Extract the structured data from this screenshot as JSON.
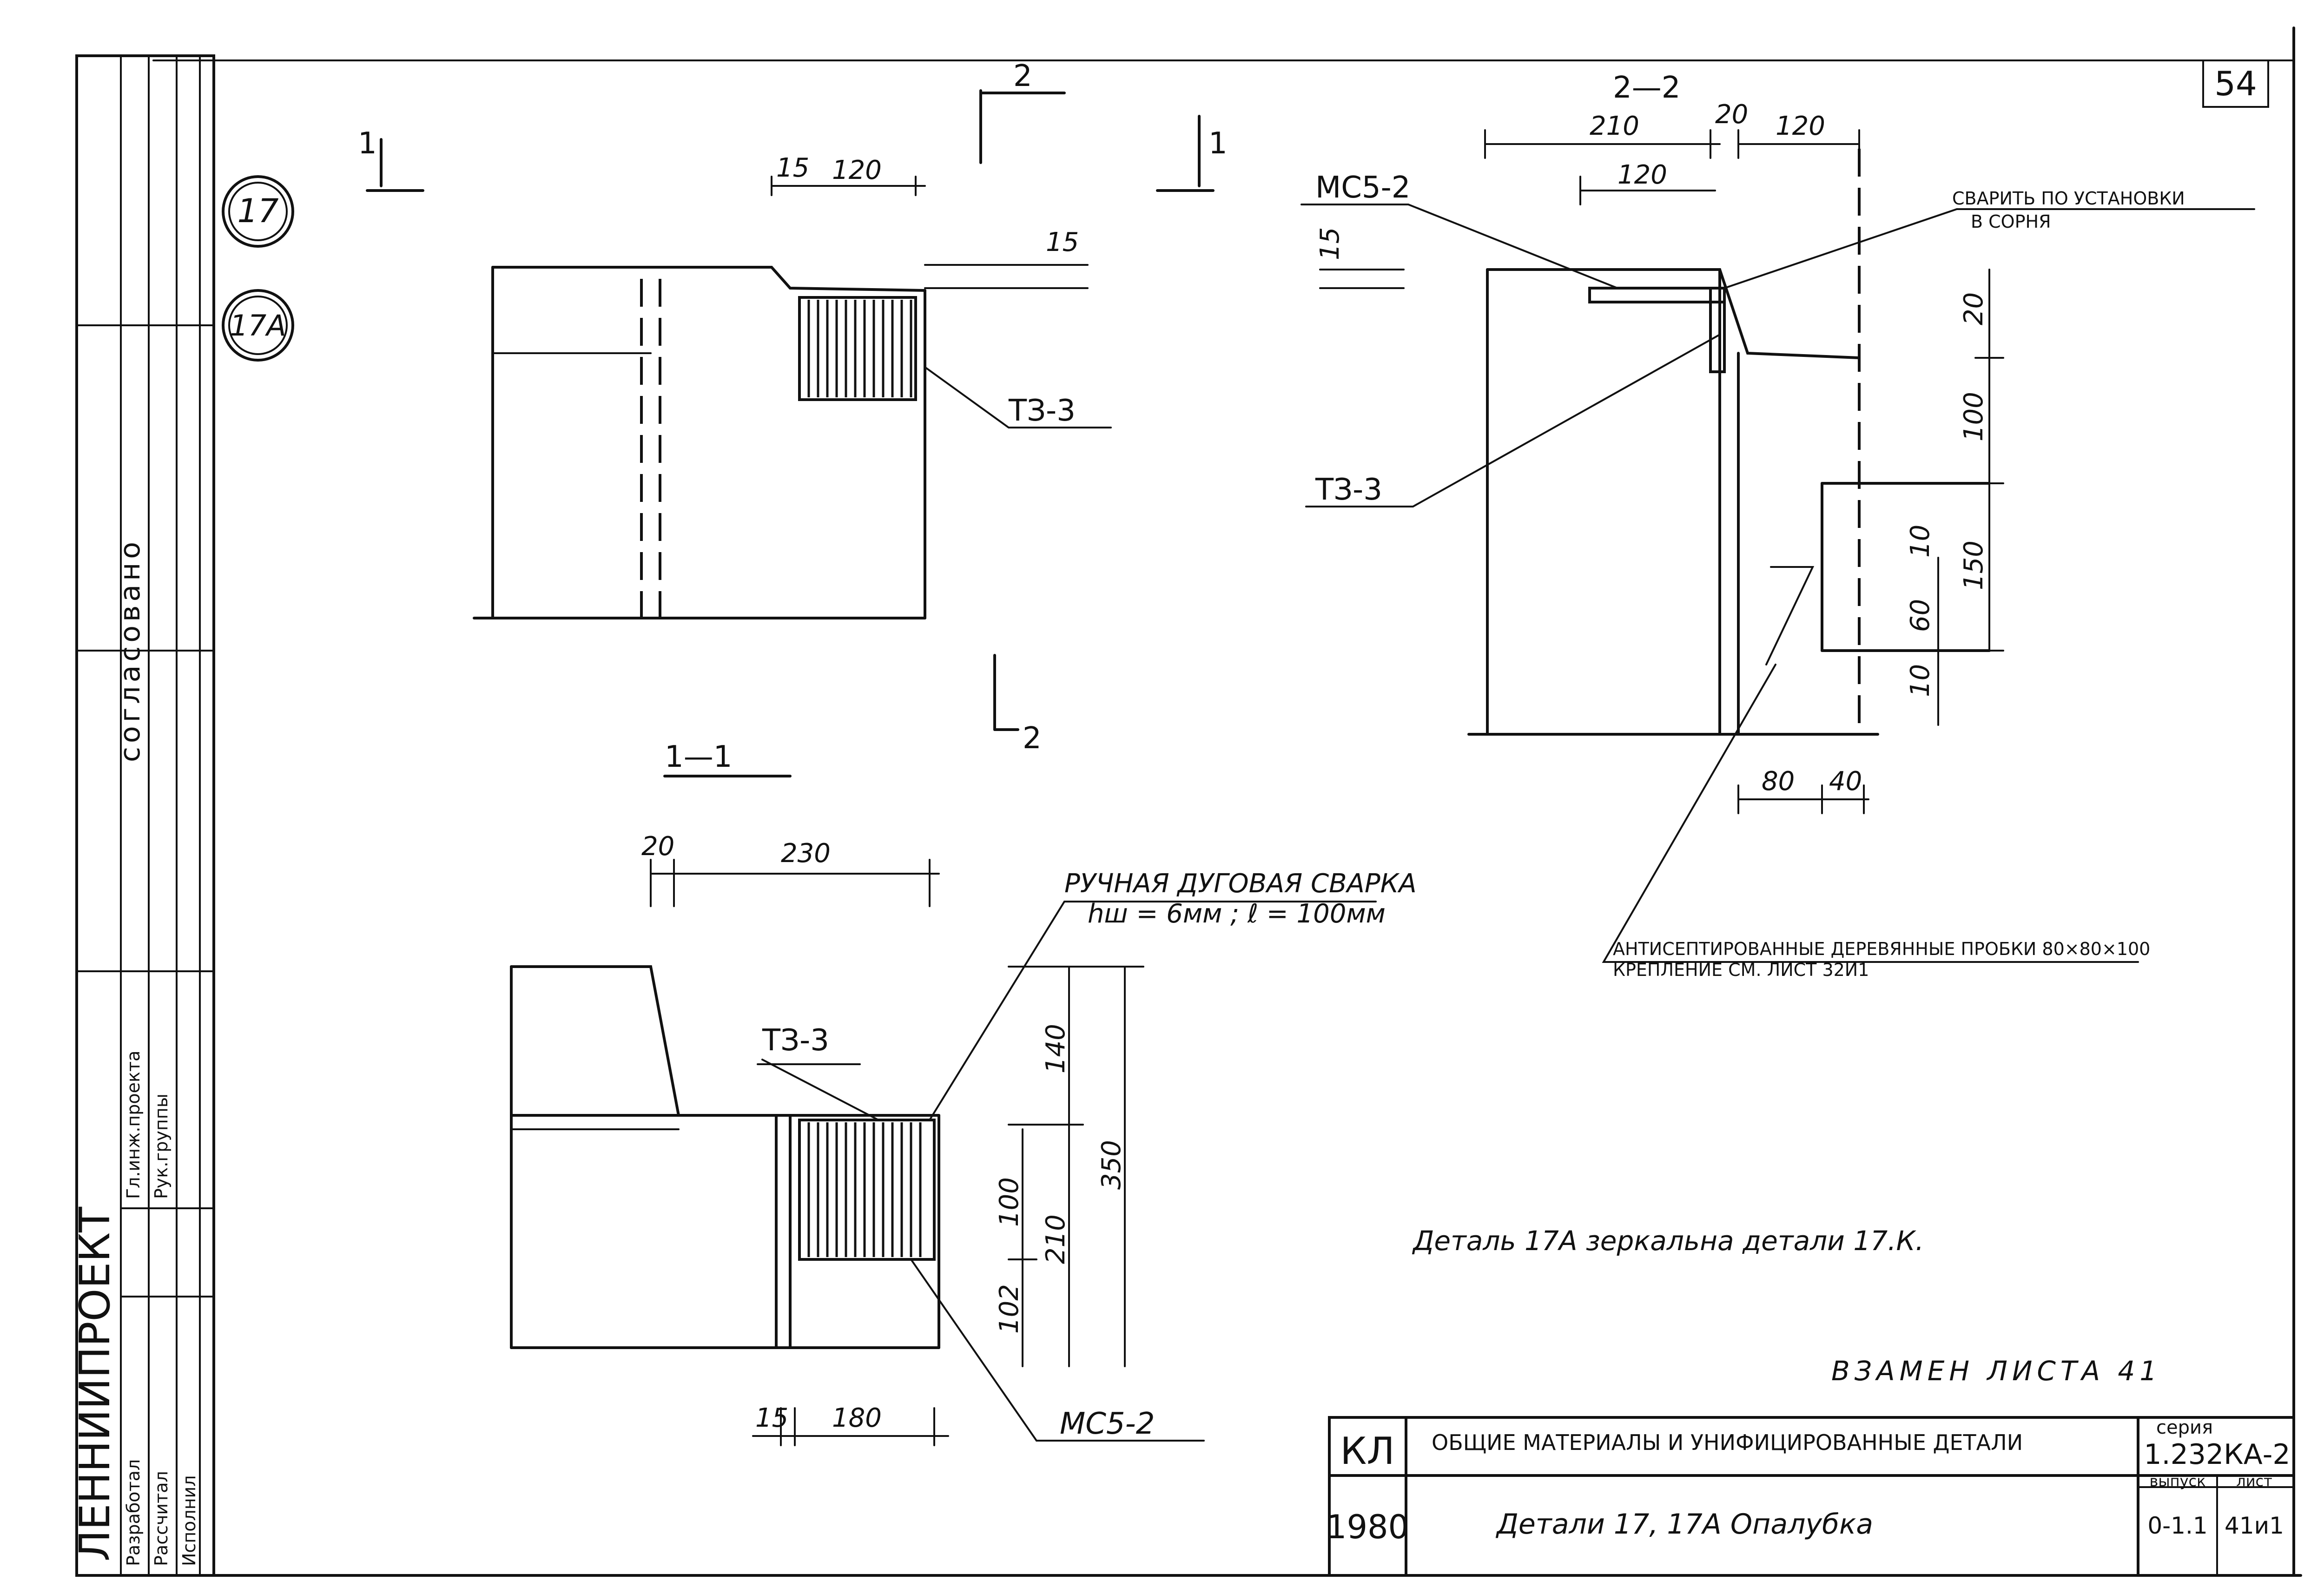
{
  "sheet_number": "54",
  "callouts": {
    "c17": "17",
    "c17a": "17А"
  },
  "stamp": {
    "org": "ЛЕННИИПРОЕКТ",
    "agreed": "согласовано",
    "code": "КЛ",
    "year": "1980",
    "title_line1": "ОБЩИЕ МАТЕРИАЛЫ И УНИФИЦИРОВАННЫЕ ДЕТАЛИ",
    "title_line2": "Детали 17, 17А Опалубка",
    "series_label": "серия",
    "series_value": "1.232КА-2",
    "issue_label": "выпуск",
    "issue_value": "0-1.1",
    "sheet_label": "лист",
    "sheet_value": "41и1",
    "rows": [
      {
        "role": "Гл.инж.проекта"
      },
      {
        "role": "Рук.группы"
      },
      {
        "role": "Разработал"
      },
      {
        "role": "Рассчитал"
      },
      {
        "role": "Исполнил"
      }
    ]
  },
  "sections": {
    "s11_top": "1",
    "s11_bottom": "1",
    "s22_top": "2",
    "s22_bottom": "2",
    "title_11": "1—1",
    "title_22": "2—2"
  },
  "labels": {
    "t33_a": "ТЗ-3",
    "t33_b": "ТЗ-3",
    "t33_c": "ТЗ-3",
    "mc52_a": "МС5-2",
    "mc52_b": "МС5-2",
    "weld_line1": "РУЧНАЯ ДУГОВАЯ СВАРКА",
    "weld_line2": "hш = 6мм ; ℓ = 100мм",
    "weld_install_line1": "СВАРИТЬ ПО УСТАНОВКИ",
    "weld_install_line2": "В СОРНЯ",
    "plugs_line1": "АНТИСЕПТИРОВАННЫЕ ДЕРЕВЯННЫЕ ПРОБКИ 80×80×100",
    "plugs_line2": "КРЕПЛЕНИЕ СМ. ЛИСТ 32И1",
    "mirror_note": "Деталь 17А зеркальна детали 17.К.",
    "replace_note": "ВЗАМЕН ЛИСТА 41"
  },
  "dims": {
    "top_15": "15",
    "top_120": "120",
    "top_15b": "15",
    "s22_210": "210",
    "s22_20": "20",
    "s22_120": "120",
    "s22_120b": "120",
    "s22_15": "15",
    "s22_20v": "20",
    "s22_100": "100",
    "s22_150": "150",
    "s22_10a": "10",
    "s22_60": "60",
    "s22_10b": "10",
    "s22_80": "80",
    "s22_40": "40",
    "s11_20": "20",
    "s11_230": "230",
    "s11_140": "140",
    "s11_350": "350",
    "s11_100": "100",
    "s11_210": "210",
    "s11_102": "102",
    "s11_15": "15",
    "s11_180": "180"
  }
}
